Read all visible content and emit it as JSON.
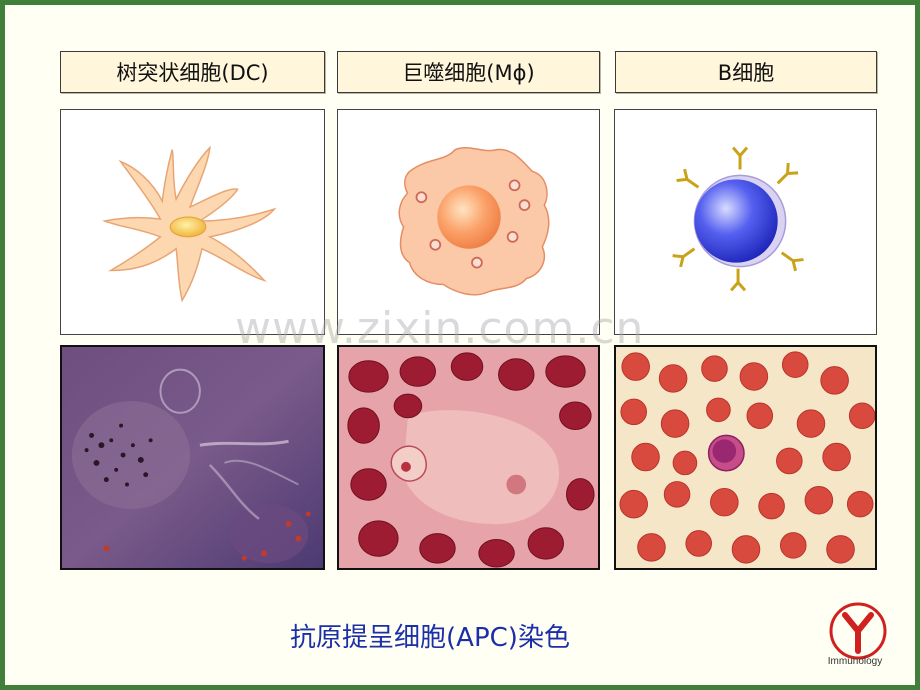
{
  "labels": {
    "dc": "树突状细胞(DC)",
    "macrophage": "巨噬细胞(Mϕ)",
    "bcell": "B细胞"
  },
  "watermark": "www.zixin.com.cn",
  "caption": "抗原提呈细胞(APC)染色",
  "logo": {
    "text": "Immunology",
    "icon": "y-antibody-logo-icon"
  },
  "colors": {
    "border": "#3f7f3a",
    "caption": "#1b2fa8",
    "logo_red": "#d0201f",
    "dc_cell": "#fdd7b0",
    "macrophage_cell": "#fbb48c",
    "bcell_nucleus": "#2a34d0",
    "antibody": "#c9a21a"
  }
}
